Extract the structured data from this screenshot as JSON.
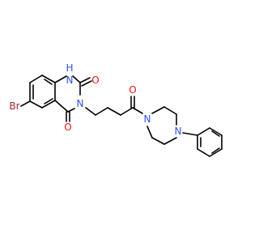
{
  "colors": {
    "bond": "#000000",
    "oxygen": "#ff0d0d",
    "nitrogen": "#3050f8",
    "bromine": "#a62929",
    "background": "#ffffff"
  },
  "atoms": {
    "br": "Br",
    "nh": "H",
    "n1": "N",
    "o_top": "O",
    "o_bottom": "O",
    "n3": "N",
    "o_ketone": "O",
    "n_amide": "N",
    "n_phenyl": "N"
  }
}
